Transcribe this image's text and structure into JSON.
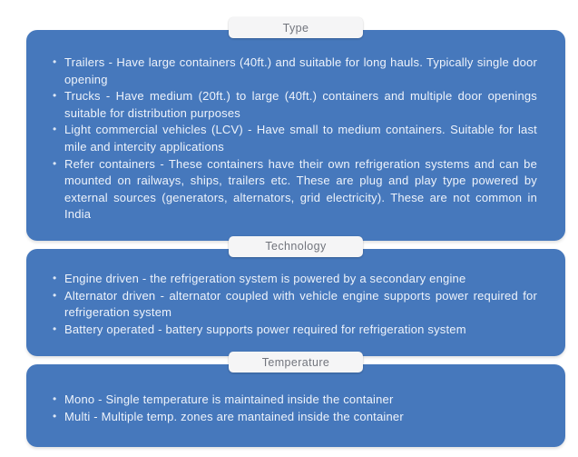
{
  "glyphs": {
    "bullet": "•"
  },
  "colors": {
    "page_background": "#ffffff",
    "card_background": "#4678bc",
    "card_text": "#eef3fb",
    "tab_background": "#f5f5f6",
    "tab_text": "#72757d"
  },
  "sections": [
    {
      "label": "Type",
      "bullets": [
        "Trailers - Have large containers (40ft.) and suitable for long hauls. Typically single door opening",
        "Trucks - Have medium (20ft.) to large (40ft.) containers and multiple door openings suitable for distribution purposes",
        "Light commercial vehicles (LCV) - Have small to medium containers. Suitable for last mile and intercity applications",
        "Refer containers - These containers have their own refrigeration systems and can be mounted on railways, ships, trailers etc. These are plug and play type powered by external sources (generators, alternators, grid electricity). These are not common in India"
      ]
    },
    {
      "label": "Technology",
      "bullets": [
        "Engine driven - the refrigeration system is powered by a secondary engine",
        "Alternator driven - alternator coupled with vehicle engine supports power required for refrigeration system",
        "Battery operated - battery supports power required for refrigeration system"
      ]
    },
    {
      "label": "Temperature",
      "bullets": [
        "Mono - Single temperature is maintained inside the container",
        "Multi - Multiple temp. zones are mantained inside the container"
      ]
    }
  ]
}
